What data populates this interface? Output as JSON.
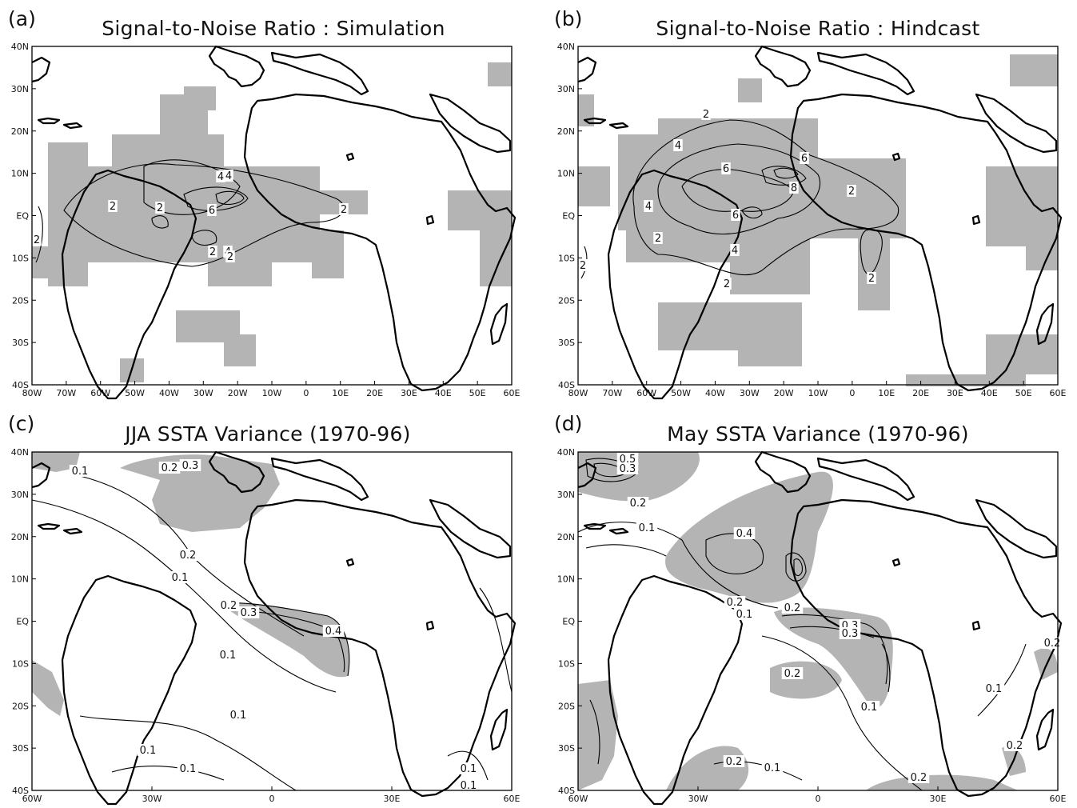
{
  "panels": [
    {
      "id": "a",
      "label": "(a)",
      "title": "Signal-to-Noise Ratio : Simulation",
      "contour_labels": [
        "2",
        "4",
        "2",
        "6",
        "2",
        "2",
        "4",
        "2",
        "4",
        "2"
      ]
    },
    {
      "id": "b",
      "label": "(b)",
      "title": "Signal-to-Noise Ratio : Hindcast",
      "contour_labels": [
        "2",
        "4",
        "6",
        "6",
        "8",
        "4",
        "6",
        "2",
        "4",
        "2",
        "2",
        "2",
        "2"
      ]
    },
    {
      "id": "c",
      "label": "(c)",
      "title": "JJA SSTA Variance (1970-96)",
      "contour_labels": [
        "0.1",
        "0.2",
        "0.3",
        "0.2",
        "0.1",
        "0.2",
        "0.3",
        "0.4",
        "0.1",
        "0.1",
        "0.1",
        "0.1",
        "0.1",
        "0.1"
      ]
    },
    {
      "id": "d",
      "label": "(d)",
      "title": "May SSTA Variance (1970-96)",
      "contour_labels": [
        "0.5",
        "0.3",
        "0.2",
        "0.1",
        "0.4",
        "0.2",
        "0.1",
        "0.2",
        "0.3",
        "0.3",
        "0.2",
        "0.1",
        "0.1",
        "0.2",
        "0.1",
        "0.2",
        "0.2",
        "0.2"
      ]
    }
  ],
  "axes_top": {
    "y_ticks": [
      "40N",
      "30N",
      "20N",
      "10N",
      "EQ",
      "10S",
      "20S",
      "30S",
      "40S"
    ],
    "x_ticks": [
      "80W",
      "70W",
      "60W",
      "50W",
      "40W",
      "30W",
      "20W",
      "10W",
      "0",
      "10E",
      "20E",
      "30E",
      "40E",
      "50E",
      "60E"
    ]
  },
  "axes_bottom": {
    "y_ticks": [
      "40N",
      "30N",
      "20N",
      "10N",
      "EQ",
      "10S",
      "20S",
      "30S",
      "40S"
    ],
    "x_ticks": [
      "60W",
      "30W",
      "0",
      "30E",
      "60E"
    ]
  },
  "colors": {
    "shading": "#b4b4b4",
    "lines": "#000000",
    "background": "#ffffff"
  }
}
